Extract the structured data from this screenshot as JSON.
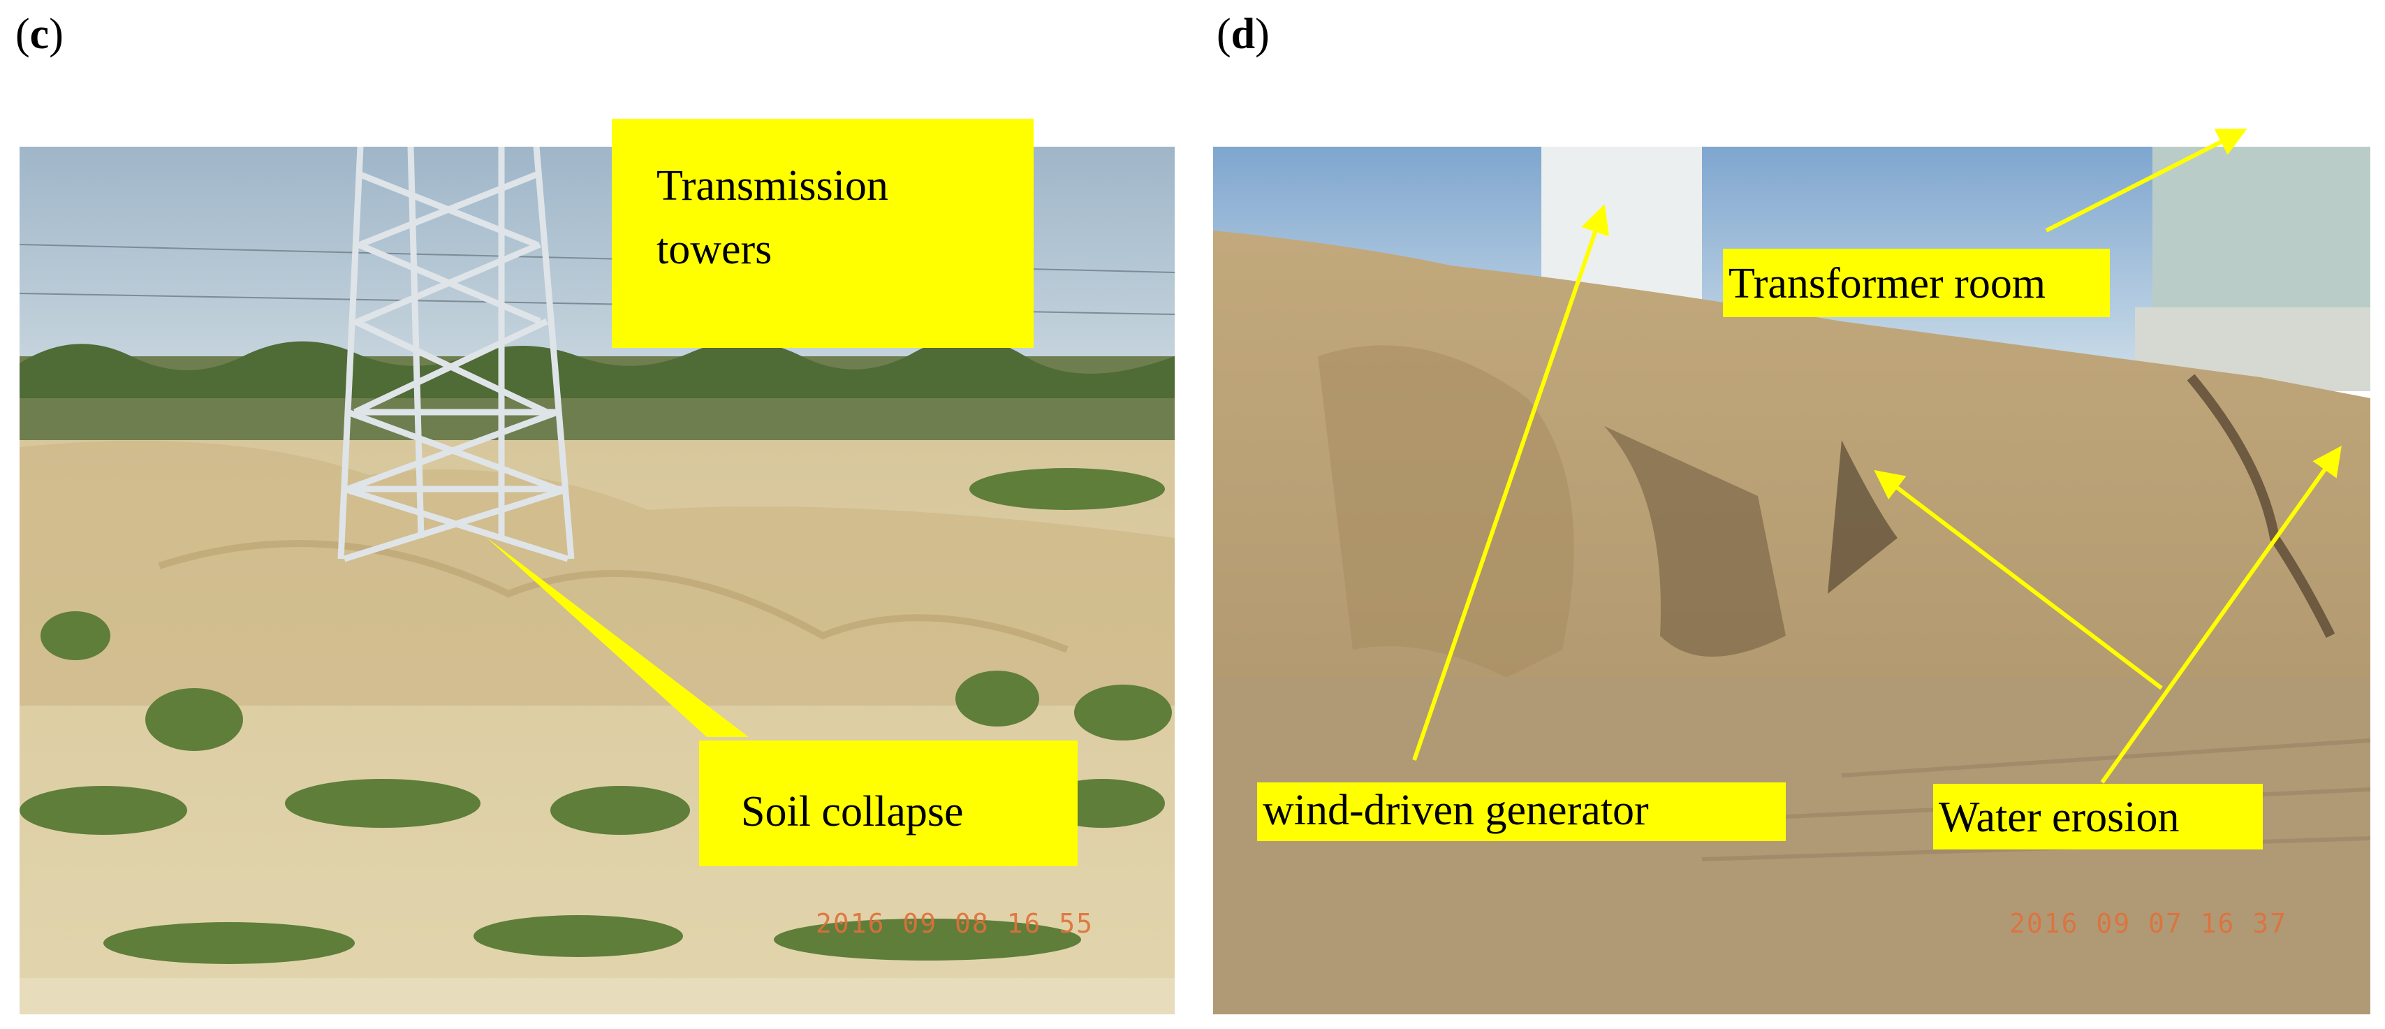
{
  "panels": [
    {
      "label": "c",
      "annotations": {
        "towers": "Transmission towers",
        "towers_line1": "Transmission",
        "towers_line2": "towers",
        "collapse": "Soil collapse"
      },
      "timestamp": "2016 09 08 16 55",
      "annotation_color": "#ffff00"
    },
    {
      "label": "d",
      "annotations": {
        "transformer": "Transformer room",
        "generator": "wind-driven generator",
        "erosion": "Water erosion"
      },
      "timestamp": "2016 09 07 16 37",
      "annotation_color": "#ffff00"
    }
  ]
}
